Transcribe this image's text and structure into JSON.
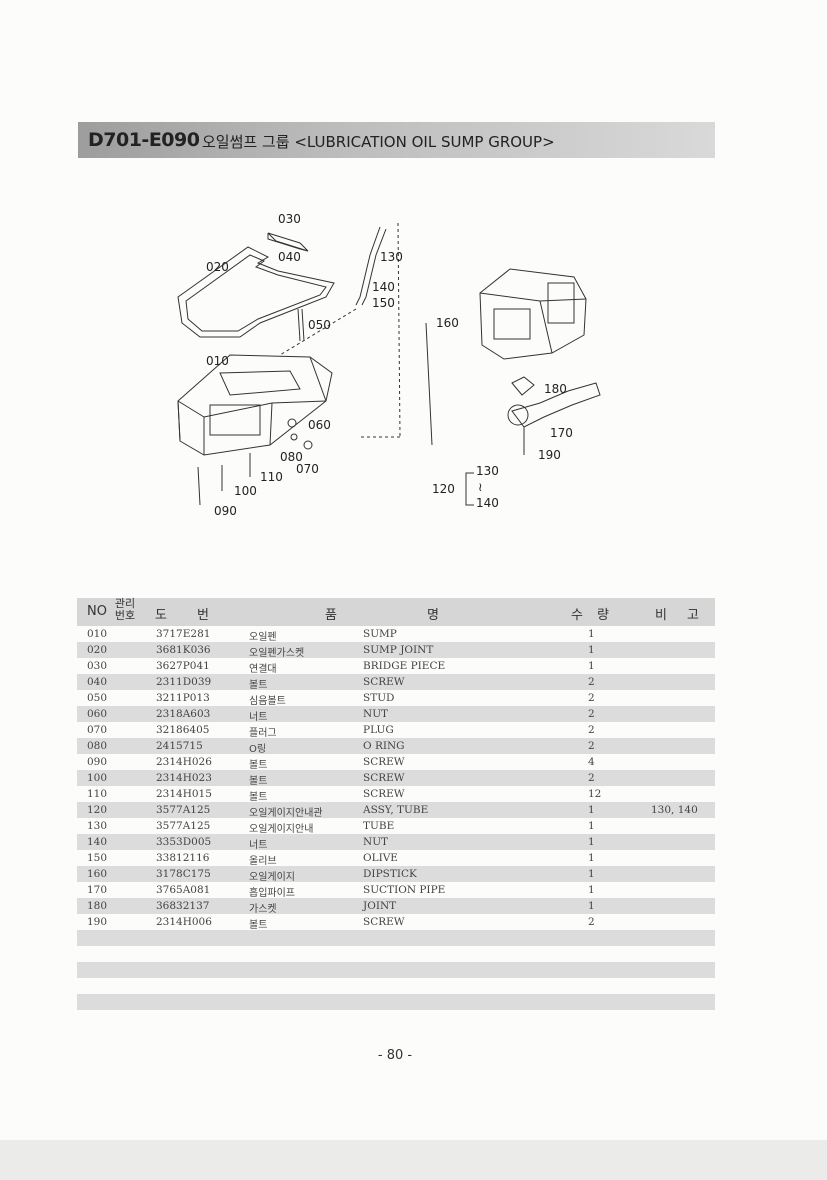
{
  "header": {
    "code": "D701-E090",
    "title": "오일썸프 그룹 <LUBRICATION OIL SUMP GROUP>"
  },
  "diagram_labels": {
    "l030": "030",
    "l040": "040",
    "l020": "020",
    "l130": "130",
    "l140": "140",
    "l150": "150",
    "l050": "050",
    "l160": "160",
    "l010": "010",
    "l180": "180",
    "l060": "060",
    "l170": "170",
    "l080": "080",
    "l070": "070",
    "l190": "190",
    "l110": "110",
    "l100": "100",
    "l090": "090",
    "l120": "120",
    "l130b": "130",
    "l140b": "140",
    "tilde": "≀"
  },
  "table": {
    "headers": {
      "no": "NO",
      "mgmt": "관리\n번호",
      "part": "도번",
      "name": "품명",
      "qty": "수량",
      "note": "비고"
    },
    "rows": [
      {
        "no": "010",
        "part": "3717E281",
        "kr": "오일펜",
        "en": "SUMP",
        "qty": "1",
        "note": ""
      },
      {
        "no": "020",
        "part": "3681K036",
        "kr": "오일펜가스켓",
        "en": "SUMP JOINT",
        "qty": "1",
        "note": ""
      },
      {
        "no": "030",
        "part": "3627P041",
        "kr": "연결대",
        "en": "BRIDGE PIECE",
        "qty": "1",
        "note": ""
      },
      {
        "no": "040",
        "part": "2311D039",
        "kr": "볼트",
        "en": "SCREW",
        "qty": "2",
        "note": ""
      },
      {
        "no": "050",
        "part": "3211P013",
        "kr": "심음볼트",
        "en": "STUD",
        "qty": "2",
        "note": ""
      },
      {
        "no": "060",
        "part": "2318A603",
        "kr": "너트",
        "en": "NUT",
        "qty": "2",
        "note": ""
      },
      {
        "no": "070",
        "part": "32186405",
        "kr": "플러그",
        "en": "PLUG",
        "qty": "2",
        "note": ""
      },
      {
        "no": "080",
        "part": "2415715",
        "kr": "O링",
        "en": "O RING",
        "qty": "2",
        "note": ""
      },
      {
        "no": "090",
        "part": "2314H026",
        "kr": "볼트",
        "en": "SCREW",
        "qty": "4",
        "note": ""
      },
      {
        "no": "100",
        "part": "2314H023",
        "kr": "볼트",
        "en": "SCREW",
        "qty": "2",
        "note": ""
      },
      {
        "no": "110",
        "part": "2314H015",
        "kr": "볼트",
        "en": "SCREW",
        "qty": "12",
        "note": ""
      },
      {
        "no": "120",
        "part": "3577A125",
        "kr": "오일게이지안내관",
        "en": "ASSY, TUBE",
        "qty": "1",
        "note": "130, 140"
      },
      {
        "no": "130",
        "part": "3577A125",
        "kr": "오일게이지안내",
        "en": "TUBE",
        "qty": "1",
        "note": ""
      },
      {
        "no": "140",
        "part": "3353D005",
        "kr": "너트",
        "en": "NUT",
        "qty": "1",
        "note": ""
      },
      {
        "no": "150",
        "part": "33812116",
        "kr": "올리브",
        "en": "OLIVE",
        "qty": "1",
        "note": ""
      },
      {
        "no": "160",
        "part": "3178C175",
        "kr": "오일게이지",
        "en": "DIPSTICK",
        "qty": "1",
        "note": ""
      },
      {
        "no": "170",
        "part": "3765A081",
        "kr": "흡입파이프",
        "en": "SUCTION PIPE",
        "qty": "1",
        "note": ""
      },
      {
        "no": "180",
        "part": "36832137",
        "kr": "가스켓",
        "en": "JOINT",
        "qty": "1",
        "note": ""
      },
      {
        "no": "190",
        "part": "2314H006",
        "kr": "볼트",
        "en": "SCREW",
        "qty": "2",
        "note": ""
      }
    ]
  },
  "page_number": "- 80 -"
}
